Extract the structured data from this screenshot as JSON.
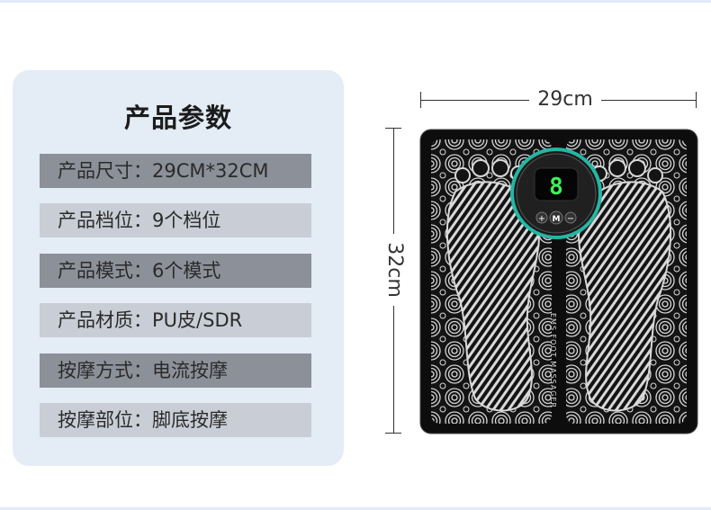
{
  "spec": {
    "title": "产品参数",
    "rows": [
      {
        "label": "产品尺寸：",
        "value": "29CM*32CM"
      },
      {
        "label": "产品档位：",
        "value": "9个档位"
      },
      {
        "label": "产品模式：",
        "value": "6个模式"
      },
      {
        "label": "产品材质：",
        "value": "PU皮/SDR"
      },
      {
        "label": "按摩方式：",
        "value": "电流按摩"
      },
      {
        "label": "按摩部位：",
        "value": "脚底按摩"
      }
    ]
  },
  "dimensions": {
    "width_label": "29cm",
    "height_label": "32cm"
  },
  "device": {
    "display_digit": "8",
    "button_plus": "+",
    "button_mode": "M",
    "button_minus": "−",
    "side_text": "EMS FOOT MASSAGER"
  },
  "colors": {
    "card_bg": "#e4ecf6",
    "row_dark": "#8c9099",
    "row_light": "#c9ced6",
    "digit_green": "#3cf05a",
    "ring_teal": "#25b6a3"
  }
}
